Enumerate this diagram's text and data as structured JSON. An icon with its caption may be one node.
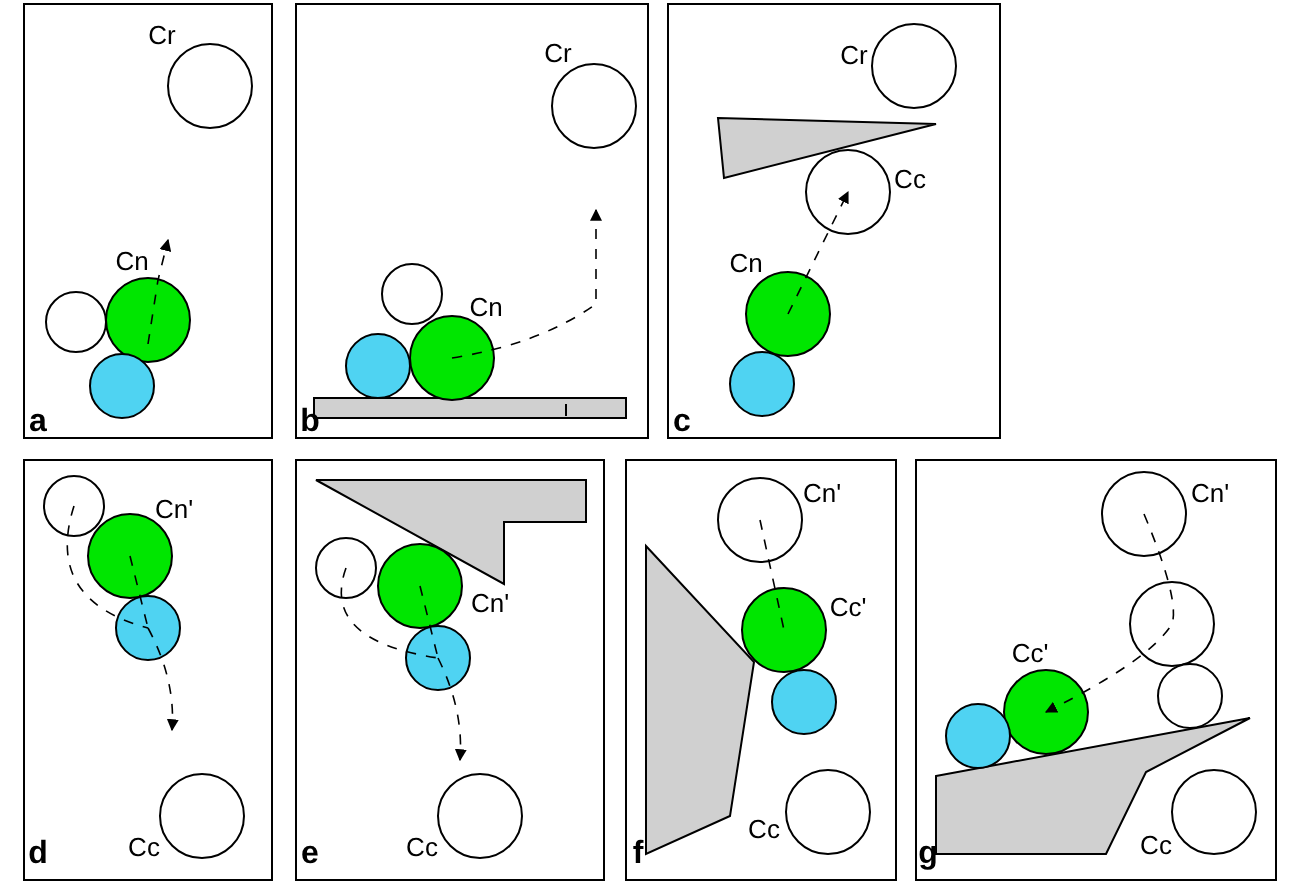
{
  "diagram": {
    "labels": [
      "Cr",
      "Cn",
      "a",
      "Cr",
      "Cn",
      "b",
      "Cr",
      "Cc",
      "Cn",
      "c",
      "Cn'",
      "Cc",
      "d",
      "Cn'",
      "Cc",
      "e",
      "Cn'",
      "Cc'",
      "Cc",
      "f",
      "Cn'",
      "Cc'",
      "Cc",
      "g"
    ]
  }
}
